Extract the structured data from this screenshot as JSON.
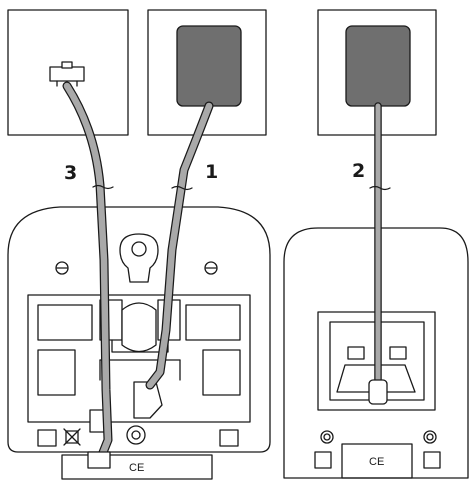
{
  "labels": {
    "telephone_line": "3",
    "base_power": "1",
    "charger_power": "2"
  },
  "marks": {
    "base_ce": "CE",
    "charger_ce": "CE"
  },
  "colors": {
    "outline": "#1a1a1a",
    "cable": "#a9a9a9",
    "adapter": "#6f6f6f",
    "wall": "#ffffff"
  },
  "icons": {
    "phone_jack": "rj11-wall-socket-icon",
    "power_adapter": "plug-adapter-icon",
    "recycle_bin": "crossed-bin-icon"
  }
}
